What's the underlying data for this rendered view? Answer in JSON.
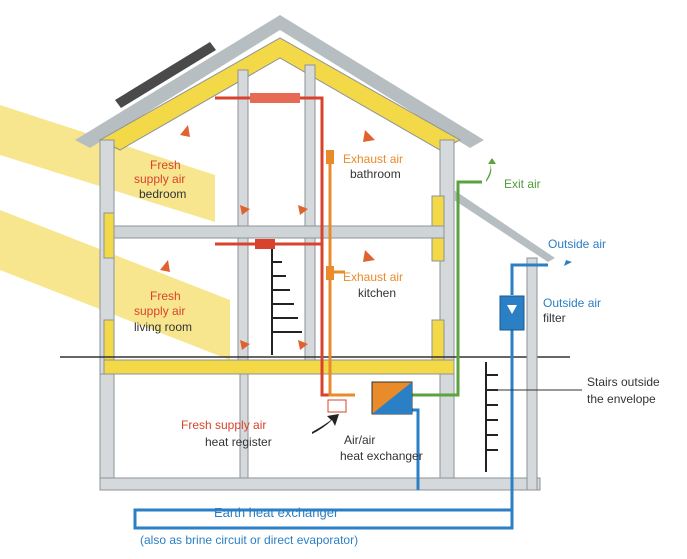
{
  "labels": {
    "fresh_supply_bedroom": [
      "Fresh",
      "supply air"
    ],
    "bedroom": "bedroom",
    "fresh_supply_living": [
      "Fresh",
      "supply air"
    ],
    "living_room": "living room",
    "exhaust_bathroom": "Exhaust air",
    "bathroom": "bathroom",
    "exhaust_kitchen": "Exhaust air",
    "kitchen": "kitchen",
    "exit_air": "Exit air",
    "outside_air": "Outside air",
    "outside_air_filter": [
      "Outside air",
      "filter"
    ],
    "stairs": [
      "Stairs outside",
      "the envelope"
    ],
    "fresh_supply_register": "Fresh supply air",
    "heat_register": "heat register",
    "heat_exchanger": [
      "Air/air",
      "heat exchanger"
    ],
    "earth_heat_exchanger": "Earth heat exchanger",
    "earth_note": "(also as brine circuit or direct evaporator)"
  },
  "colors": {
    "supply": "#d8432e",
    "exhaust": "#e98b2a",
    "exit": "#5aa33e",
    "outside": "#2b7fc4",
    "insulation": "#f3d848",
    "wall": "#a9b0b4",
    "sun": "#f6e27a"
  }
}
